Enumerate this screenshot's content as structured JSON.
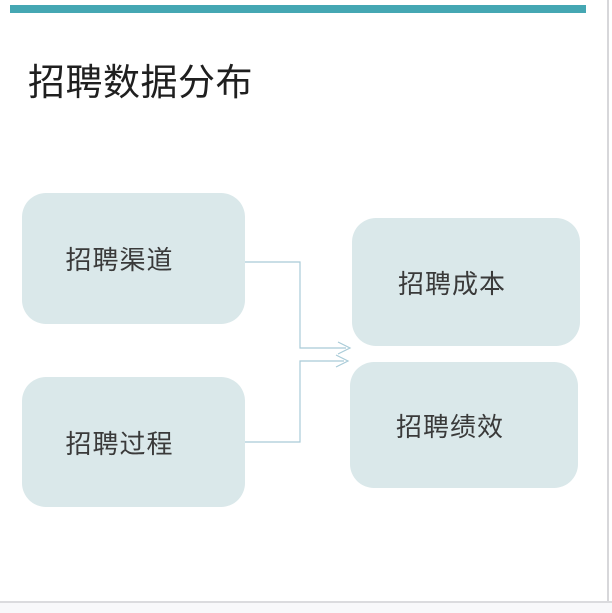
{
  "page": {
    "background": "#ffffff",
    "top_accent_bar_color": "#45A7B3",
    "page_edge_line_color": "#d7d7da"
  },
  "title": {
    "text": "招聘数据分布",
    "color": "#1f1f1f"
  },
  "diagram": {
    "node_fill_color": "#DAE8EA",
    "node_text_color": "#3a3a3a",
    "connector_color": "#A9CBD8",
    "nodes": [
      {
        "id": "recruitment-channels",
        "label": "招聘渠道"
      },
      {
        "id": "recruitment-process",
        "label": "招聘过程"
      },
      {
        "id": "recruitment-cost",
        "label": "招聘成本"
      },
      {
        "id": "recruitment-performance",
        "label": "招聘绩效"
      }
    ],
    "edges": [
      {
        "from": "recruitment-channels",
        "to": "recruitment-cost"
      },
      {
        "from": "recruitment-process",
        "to": "recruitment-performance"
      }
    ]
  }
}
